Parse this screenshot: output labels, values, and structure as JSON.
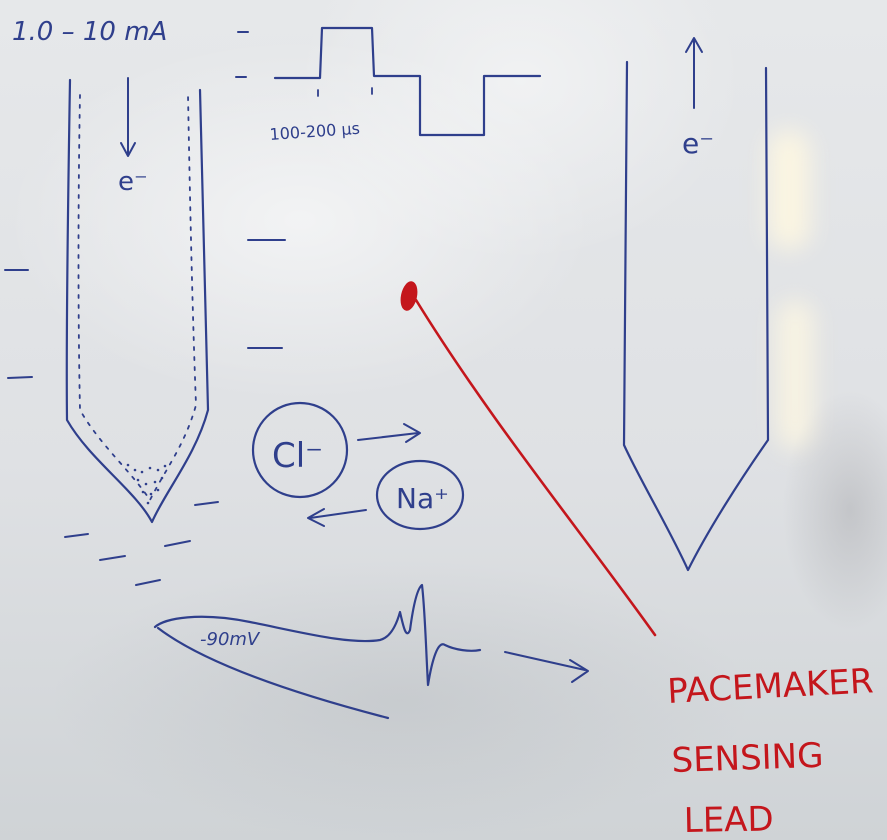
{
  "current_label": "1.0 – 10 mA",
  "pulse_width_label": "100-200 µs",
  "electron_left": "e⁻",
  "electron_right": "e⁻",
  "ion_chloride": "Cl⁻",
  "ion_sodium": "Na⁺",
  "membrane_potential_label": "-90mV",
  "red_label": {
    "line1": "PACEMAKER",
    "line2": "SENSING",
    "line3": "LEAD"
  },
  "colors": {
    "blue_ink": "#2f3f8c",
    "red_ink": "#c4161c",
    "board": "#e2e4e6"
  }
}
